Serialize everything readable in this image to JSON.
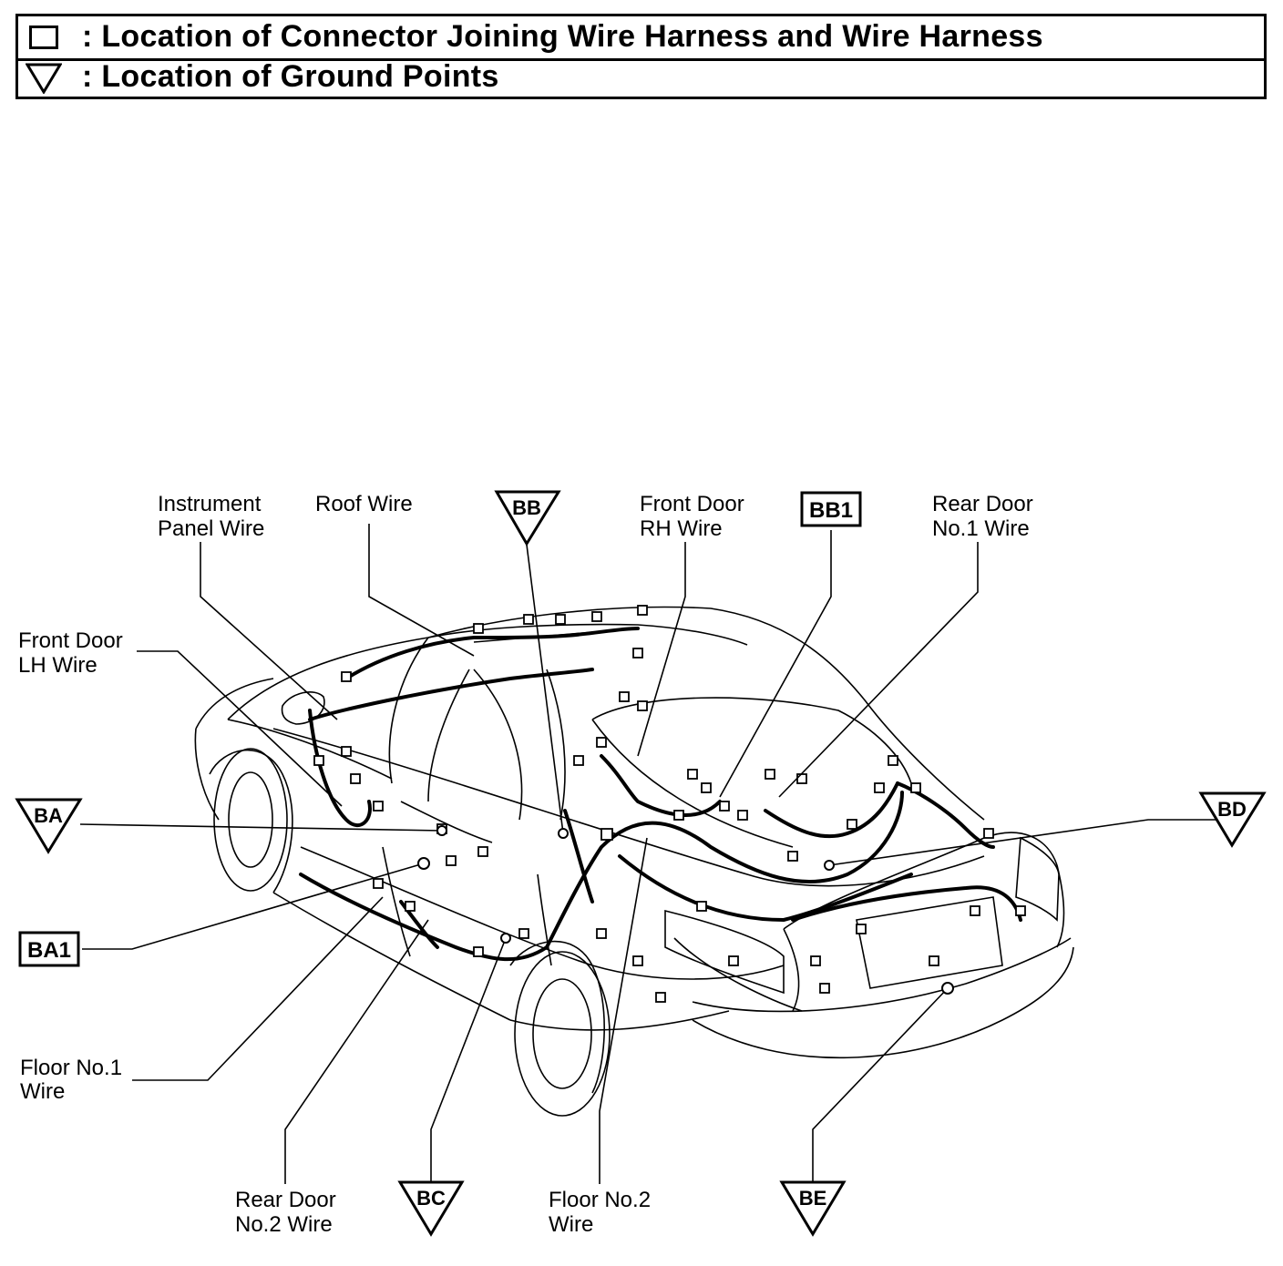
{
  "legend": {
    "connector_text": ": Location of Connector Joining Wire Harness and Wire Harness",
    "ground_text": ": Location of Ground Points"
  },
  "labels": {
    "instrument_panel_1": "Instrument",
    "instrument_panel_2": "Panel Wire",
    "roof": "Roof Wire",
    "front_door_rh_1": "Front Door",
    "front_door_rh_2": "RH Wire",
    "rear_door_no1_1": "Rear Door",
    "rear_door_no1_2": "No.1 Wire",
    "front_door_lh_1": "Front Door",
    "front_door_lh_2": "LH Wire",
    "floor_no1_1": "Floor No.1",
    "floor_no1_2": "Wire",
    "rear_door_no2_1": "Rear Door",
    "rear_door_no2_2": "No.2 Wire",
    "floor_no2_1": "Floor No.2",
    "floor_no2_2": "Wire"
  },
  "ground_points": [
    "BA",
    "BB",
    "BC",
    "BD",
    "BE"
  ],
  "connectors": [
    "BA1",
    "BB1"
  ]
}
